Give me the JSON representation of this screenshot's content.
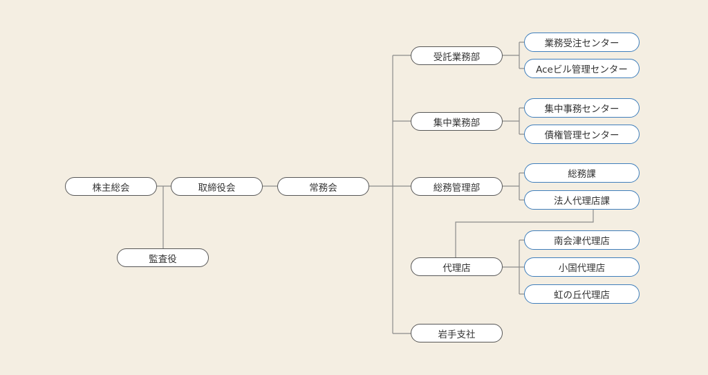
{
  "colors": {
    "background": "#f4eee2",
    "node_fill": "#ffffff",
    "main_border": "#555555",
    "sub_border": "#3d7dbb",
    "line": "#8a8a8a"
  },
  "nodes": {
    "shareholders": "株主総会",
    "board": "取締役会",
    "auditor": "監査役",
    "executive": "常務会",
    "trust_dept": "受託業務部",
    "trust_center": "業務受注センター",
    "ace_center": "Aceビル管理センター",
    "central_dept": "集中業務部",
    "central_center": "集中事務センター",
    "debt_center": "債権管理センター",
    "admin_dept": "総務管理部",
    "general_affairs": "総務課",
    "corporate_agency": "法人代理店課",
    "agencies": "代理店",
    "minami_aizu": "南会津代理店",
    "oguni": "小国代理店",
    "nijinooka": "虹の丘代理店",
    "iwate_branch": "岩手支社"
  }
}
